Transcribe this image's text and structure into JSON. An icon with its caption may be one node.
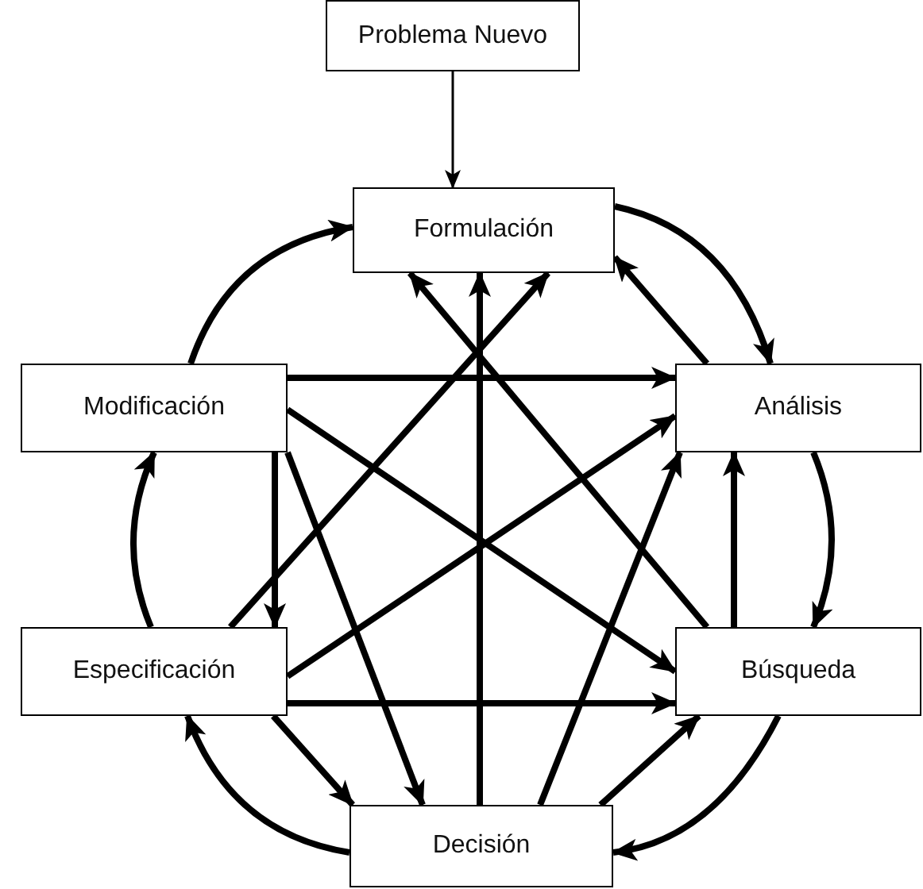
{
  "diagram": {
    "nodes": [
      {
        "text": [
          "Problema Nuevo"
        ]
      },
      {
        "text": [
          "Formulación"
        ]
      },
      {
        "text": [
          "Modificación"
        ]
      },
      {
        "text": [
          "Análisis"
        ]
      },
      {
        "text": [
          "Especificación"
        ]
      },
      {
        "text": [
          "Búsqueda"
        ]
      },
      {
        "text": [
          "Decisión"
        ]
      }
    ],
    "edges": [
      {
        "from": 0,
        "to": 1,
        "arrow": "to"
      },
      {
        "from": 1,
        "to": 3,
        "arrow": "to"
      },
      {
        "from": 3,
        "to": 5,
        "arrow": "to"
      },
      {
        "from": 5,
        "to": 6,
        "arrow": "to"
      },
      {
        "from": 6,
        "to": 4,
        "arrow": "to"
      },
      {
        "from": 4,
        "to": 2,
        "arrow": "to"
      },
      {
        "from": 2,
        "to": 1,
        "arrow": "to"
      },
      {
        "from": 3,
        "to": 1,
        "arrow": "to"
      },
      {
        "from": 5,
        "to": 3,
        "arrow": "to"
      },
      {
        "from": 6,
        "to": 5,
        "arrow": "to"
      },
      {
        "from": 4,
        "to": 6,
        "arrow": "to"
      },
      {
        "from": 2,
        "to": 4,
        "arrow": "to"
      },
      {
        "from": 2,
        "to": 3,
        "arrow": "to"
      },
      {
        "from": 4,
        "to": 5,
        "arrow": "to"
      },
      {
        "from": 2,
        "to": 5,
        "arrow": "to"
      },
      {
        "from": 2,
        "to": 6,
        "arrow": "to"
      },
      {
        "from": 4,
        "to": 1,
        "arrow": "to"
      },
      {
        "from": 4,
        "to": 3,
        "arrow": "to"
      },
      {
        "from": 6,
        "to": 1,
        "arrow": "to"
      },
      {
        "from": 5,
        "to": 1,
        "arrow": "to"
      },
      {
        "from": 6,
        "to": 3,
        "arrow": "to"
      }
    ]
  }
}
